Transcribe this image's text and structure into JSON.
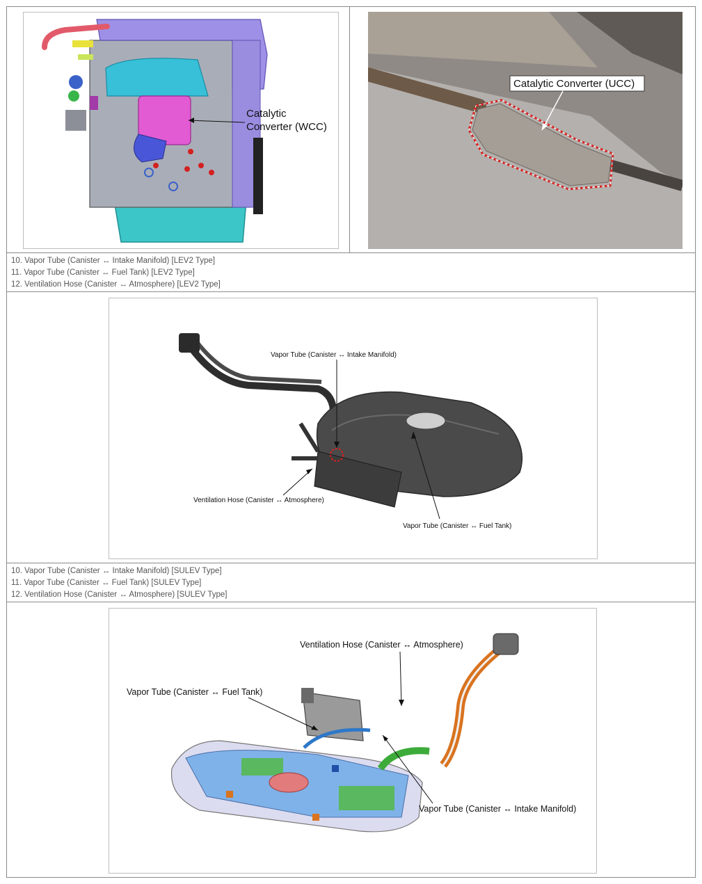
{
  "figure_top_left": {
    "label": "Catalytic Converter (WCC)",
    "label_line1": "Catalytic",
    "label_line2": "Converter (WCC)"
  },
  "figure_top_right": {
    "label": "Catalytic Converter (UCC)"
  },
  "lev2_list": [
    "10. Vapor Tube (Canister ↔ Intake Manifold) [LEV2 Type]",
    "11. Vapor Tube (Canister ↔ Fuel Tank) [LEV2 Type]",
    "12. Ventilation Hose (Canister ↔ Atmosphere) [LEV2 Type]"
  ],
  "figure_lev2": {
    "label_intake": "Vapor Tube (Canister ↔ Intake Manifold)",
    "label_ventilation": "Ventilation Hose (Canister ↔ Atmosphere)",
    "label_fuel_tank": "Vapor Tube (Canister ↔ Fuel Tank)"
  },
  "sulev_list": [
    "10. Vapor Tube (Canister ↔ Intake Manifold) [SULEV Type]",
    "11. Vapor Tube (Canister ↔ Fuel Tank) [SULEV Type]",
    "12. Ventilation Hose (Canister ↔ Atmosphere) [SULEV Type]"
  ],
  "figure_sulev": {
    "label_ventilation": "Ventilation Hose (Canister ↔ Atmosphere)",
    "label_fuel_tank": "Vapor Tube (Canister ↔ Fuel Tank)",
    "label_intake": "Vapor Tube (Canister ↔ Intake Manifold)"
  },
  "colors": {
    "border": "#8a8a8a",
    "marker_red": "#d42020",
    "engine_purple": "#9a8be0",
    "engine_cyan": "#3ec6cf",
    "converter_magenta": "#e04fd0",
    "tank_blue": "#7fb2e8",
    "tank_green": "#52b848",
    "hose_orange": "#d9731f"
  }
}
